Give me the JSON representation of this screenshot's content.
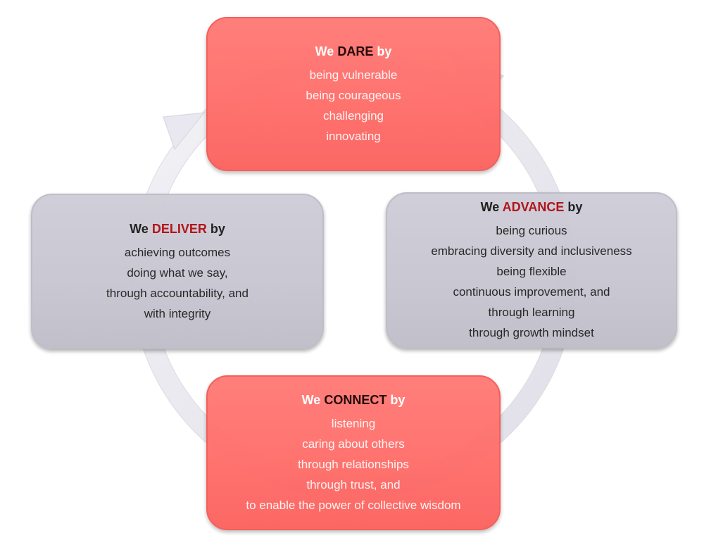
{
  "diagram": {
    "dare": {
      "prefix": "We",
      "keyword": "DARE",
      "suffix": "by",
      "items": [
        "being vulnerable",
        "being courageous",
        "challenging",
        "innovating"
      ]
    },
    "advance": {
      "prefix": "We",
      "keyword": "ADVANCE",
      "suffix": "by",
      "items": [
        "being curious",
        "embracing diversity and inclusiveness",
        "being flexible",
        "continuous improvement, and",
        "through learning",
        "through growth mindset"
      ]
    },
    "deliver": {
      "prefix": "We",
      "keyword": "DELIVER",
      "suffix": "by",
      "items": [
        "achieving outcomes",
        "doing what we say,",
        "through accountability, and",
        "with integrity"
      ]
    },
    "connect": {
      "prefix": "We",
      "keyword": "CONNECT",
      "suffix": "by",
      "items": [
        "listening",
        "caring about others",
        "through relationships",
        "through trust, and",
        "to enable the power of collective wisdom"
      ]
    }
  },
  "colors": {
    "red_box": "#ff6e6a",
    "gray_box": "#c8c6d1",
    "red_keyword_dark": "#1b0000",
    "gray_keyword_red": "#b00e14",
    "cycle_arrow": "#e8e7ef"
  }
}
